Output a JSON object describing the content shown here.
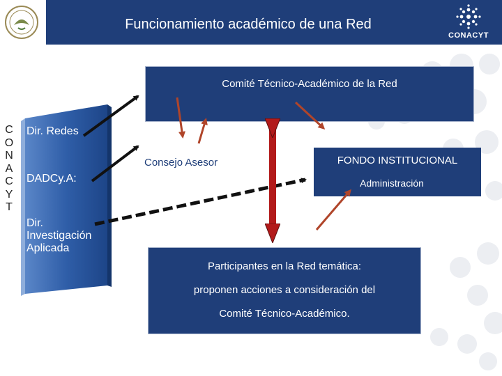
{
  "header": {
    "title": "Funcionamiento académico de una Red",
    "logo_text": "CONACYT"
  },
  "sidebar": {
    "vertical_letters": [
      "C",
      "O",
      "N",
      "A",
      "C",
      "Y",
      "T"
    ],
    "items": [
      {
        "label": "Dir. Redes"
      },
      {
        "label": "DADCy.A:"
      },
      {
        "label": "Dir.\nInvestigación\nAplicada"
      }
    ]
  },
  "diagram": {
    "top_box": "Comité Técnico-Académico de la Red",
    "consejo": "Consejo  Asesor",
    "fondo_title": "FONDO INSTITUCIONAL",
    "fondo_sub": "Administración",
    "bottom_box": {
      "line1": "Participantes en la Red temática:",
      "line2": "proponen  acciones a consideración del",
      "line3": "Comité Técnico-Académico."
    }
  },
  "colors": {
    "navy": "#1f3e79",
    "arrow_brown": "#b0452a",
    "arrow_red": "#b21a1a",
    "arrow_black": "#111111"
  }
}
